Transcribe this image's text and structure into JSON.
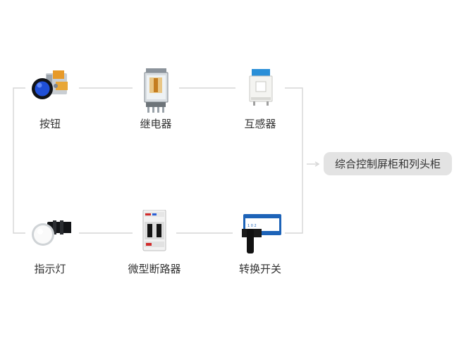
{
  "nodes": {
    "button": {
      "label": "按钮",
      "icon": "push-button-icon"
    },
    "relay": {
      "label": "继电器",
      "icon": "relay-icon"
    },
    "transformer": {
      "label": "互感器",
      "icon": "current-transformer-icon"
    },
    "indicator": {
      "label": "指示灯",
      "icon": "indicator-lamp-icon"
    },
    "breaker": {
      "label": "微型断路器",
      "icon": "miniature-circuit-breaker-icon"
    },
    "switch": {
      "label": "转换开关",
      "icon": "rotary-switch-icon"
    }
  },
  "target": {
    "label": "综合控制屏柜和列头柜"
  },
  "colors": {
    "connector": "#d5d5d5",
    "pill_bg": "#e3e3e3",
    "text": "#333333",
    "button_blue": "#1f4fd6",
    "transformer_blue": "#2a8fd8",
    "switch_blue": "#1d63b8"
  }
}
